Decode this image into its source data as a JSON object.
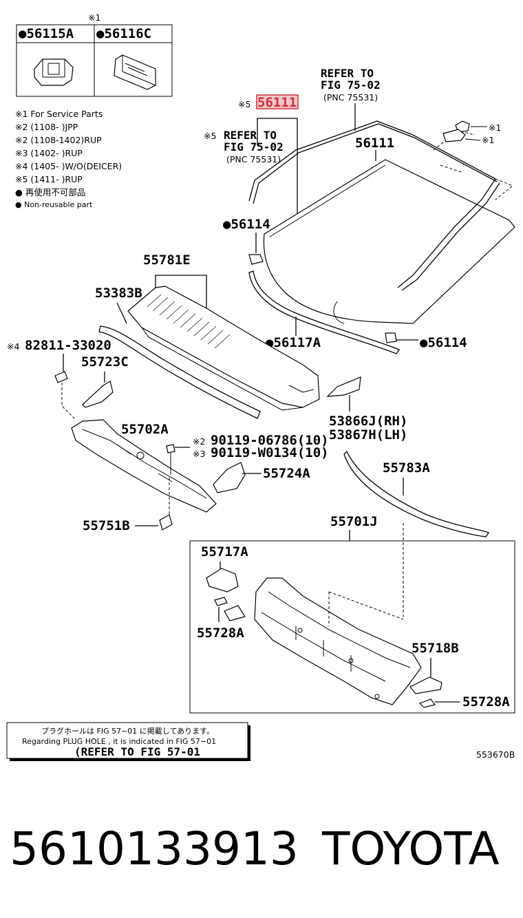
{
  "service_box": {
    "mark": "※1",
    "left_part": "●56115A",
    "right_part": "●56116C"
  },
  "notes": [
    "※1 For Service Parts",
    "※2 (1108-        )JPP",
    "※2 (1108-1402)RUP",
    "※3 (1402-       )RUP",
    "※4 (1405-       )W/O(DEICER)",
    "※5 (1411-       )RUP",
    "● 再使用不可部品",
    "● Non-reusable part"
  ],
  "refer_top": [
    "REFER TO",
    "FIG 75-02",
    "(PNC 75531)"
  ],
  "refer_left": [
    "REFER TO",
    "FIG 75-02",
    "(PNC 75531)"
  ],
  "refer_left_mark": "※5",
  "highlight_part_mark": "※5",
  "highlight_part": "56111",
  "labels": {
    "p56111": "56111",
    "p56114_left": "●56114",
    "p56114_right": "●56114",
    "p56117A": "●56117A",
    "p55781E": "55781E",
    "p53383B": "53383B",
    "p82811_mark": "※4",
    "p82811": "82811-33020",
    "p55723C": "55723C",
    "p55702A": "55702A",
    "p90119_a_mark": "※2",
    "p90119_a": "90119-06786(10)",
    "p90119_b_mark": "※3",
    "p90119_b": "90119-W0134(10)",
    "p55724A": "55724A",
    "p55751B": "55751B",
    "p53866J": "53866J(RH)",
    "p53867H": "53867H(LH)",
    "p55783A": "55783A",
    "p55701J": "55701J",
    "p55717A": "55717A",
    "p55728A_left": "55728A",
    "p55718B": "55718B",
    "p55728A_right": "55728A",
    "ic_mark1": "※1",
    "ic_mark2": "※1"
  },
  "plug_note": {
    "jp": "プラグホールは FIG  57−01 に掲載してあります。",
    "en": "Regarding  PLUG  HOLE , it is indicated in FIG  57−01",
    "refer": "(REFER  TO  FIG 57-01"
  },
  "diagram_code": "553670B",
  "footer": {
    "part_number": "5610133913",
    "brand": "TOYOTA"
  },
  "colors": {
    "highlight_fill": "#f4c7cc",
    "highlight_stroke": "#d0303c",
    "highlight_text": "#d0303c"
  }
}
